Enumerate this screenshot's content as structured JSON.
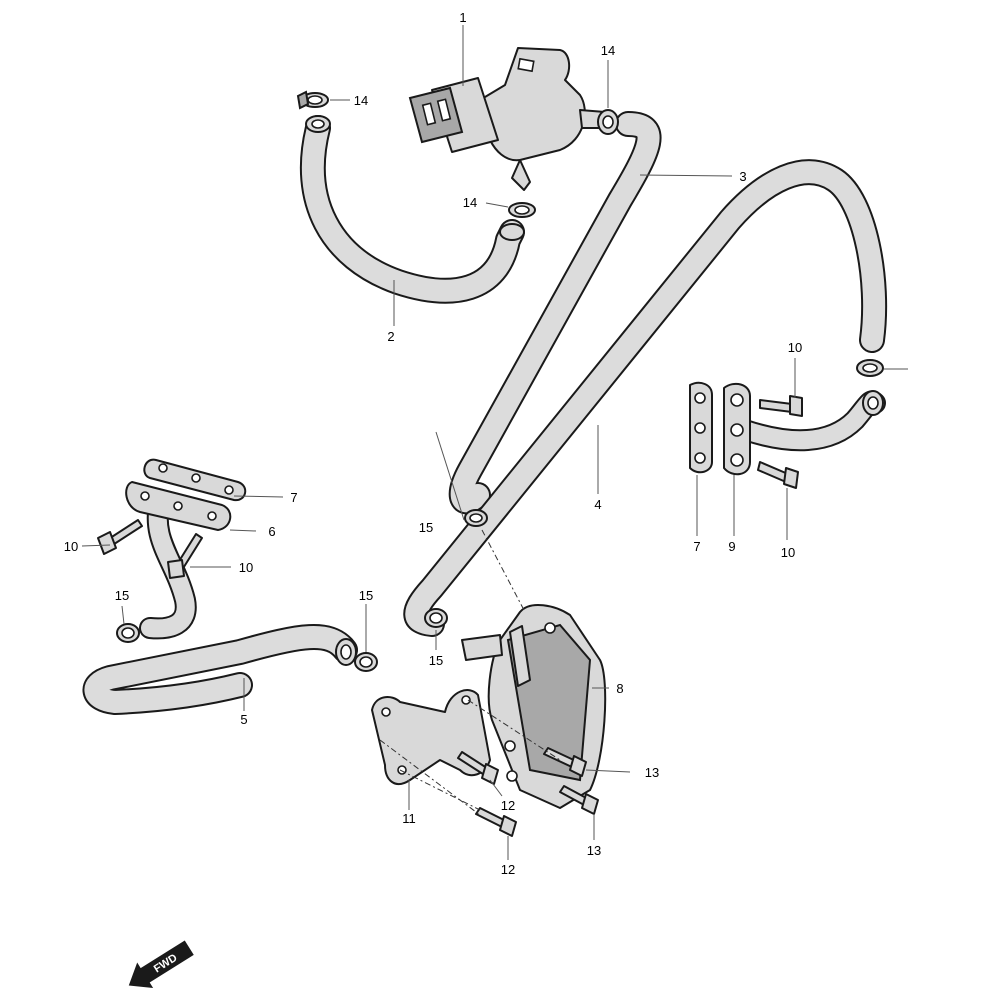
{
  "callouts": {
    "c1": "1",
    "c2": "2",
    "c3": "3",
    "c4": "4",
    "c5": "5",
    "c6": "6",
    "c7a": "7",
    "c7b": "7",
    "c8": "8",
    "c9": "9",
    "c10a": "10",
    "c10b": "10",
    "c10c": "10",
    "c10d": "10",
    "c11": "11",
    "c12a": "12",
    "c12b": "12",
    "c13a": "13",
    "c13b": "13",
    "c14a": "14",
    "c14b": "14",
    "c14c": "14",
    "c15a": "15",
    "c15b": "15",
    "c15c": "15",
    "c15d": "15"
  },
  "direction_arrow": {
    "label": "FWD"
  },
  "icons": [
    "fwd-arrow-icon"
  ]
}
